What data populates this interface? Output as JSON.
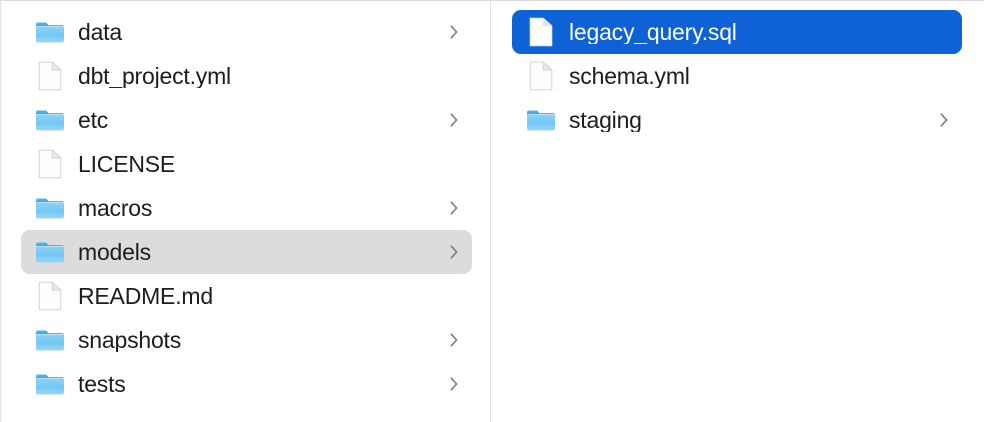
{
  "window": {
    "view_mode": "column-view",
    "background_color": "#ffffff",
    "divider_color": "#dfdfe2",
    "selection_blue": "#0f62d6",
    "selection_gray": "#dcdcdc",
    "text_color": "#1d1d1f",
    "folder_icon_color": "#56b7f0",
    "chevron_color": "#7c7c80"
  },
  "columns": [
    {
      "name": "parent-column",
      "items": [
        {
          "label": "data",
          "icon": "folder-icon",
          "kind": "folder",
          "has_chevron": true,
          "state": "normal"
        },
        {
          "label": "dbt_project.yml",
          "icon": "document-icon",
          "kind": "file",
          "has_chevron": false,
          "state": "normal"
        },
        {
          "label": "etc",
          "icon": "folder-icon",
          "kind": "folder",
          "has_chevron": true,
          "state": "normal"
        },
        {
          "label": "LICENSE",
          "icon": "document-icon",
          "kind": "file",
          "has_chevron": false,
          "state": "normal"
        },
        {
          "label": "macros",
          "icon": "folder-icon",
          "kind": "folder",
          "has_chevron": true,
          "state": "normal"
        },
        {
          "label": "models",
          "icon": "folder-icon",
          "kind": "folder",
          "has_chevron": true,
          "state": "selected-inactive"
        },
        {
          "label": "README.md",
          "icon": "document-icon",
          "kind": "file",
          "has_chevron": false,
          "state": "normal"
        },
        {
          "label": "snapshots",
          "icon": "folder-icon",
          "kind": "folder",
          "has_chevron": true,
          "state": "normal"
        },
        {
          "label": "tests",
          "icon": "folder-icon",
          "kind": "folder",
          "has_chevron": true,
          "state": "normal"
        }
      ]
    },
    {
      "name": "child-column",
      "items": [
        {
          "label": "legacy_query.sql",
          "icon": "document-icon",
          "kind": "file",
          "has_chevron": false,
          "state": "selected-active"
        },
        {
          "label": "schema.yml",
          "icon": "document-icon",
          "kind": "file",
          "has_chevron": false,
          "state": "normal"
        },
        {
          "label": "staging",
          "icon": "folder-icon",
          "kind": "folder",
          "has_chevron": true,
          "state": "normal"
        }
      ]
    }
  ]
}
